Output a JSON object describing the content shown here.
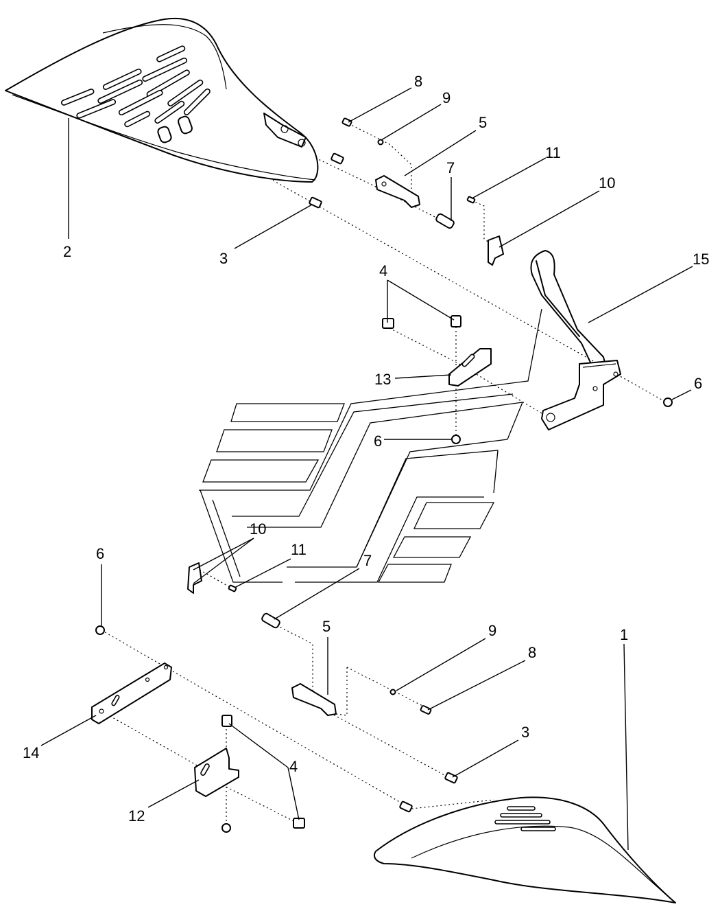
{
  "callouts": {
    "c1": "1",
    "c2": "2",
    "c3a": "3",
    "c3b": "3",
    "c4a": "4",
    "c4b": "4",
    "c5a": "5",
    "c5b": "5",
    "c6a": "6",
    "c6b": "6",
    "c6c": "6",
    "c7a": "7",
    "c7b": "7",
    "c8a": "8",
    "c8b": "8",
    "c9a": "9",
    "c9b": "9",
    "c10a": "10",
    "c10b": "10",
    "c11a": "11",
    "c11b": "11",
    "c12": "12",
    "c13": "13",
    "c14": "14",
    "c15": "15"
  }
}
